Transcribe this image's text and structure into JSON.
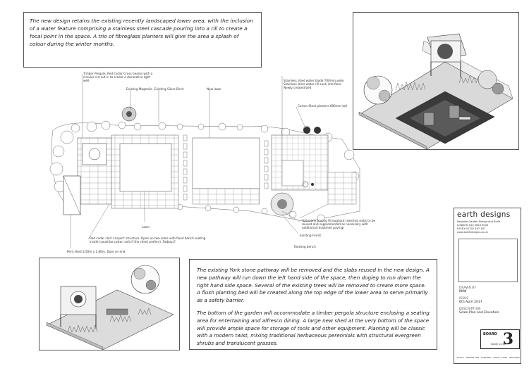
{
  "intro_note": "The new design retains the existing recently landscaped lower area, with the inclusion of a water feature comprising a stainless steel cascade pouring into a rill to create a focal point in the space. A trio of fibreglass planters will give the area a splash of colour during the winter months.",
  "description": [
    "The existing York stone pathway will be removed and the slabs reused in the new design. A new pathway will run down the left hand side of the space, then dogleg to run down the right hand side space. Several of the existing trees will be removed to create more space. A flush planting bed will be created along the top edge of the lower area to serve primarily as a safety barrier.",
    "The bottom of the garden will accommodate a timber pergola structure enclosing a seating area for entertaining and alfresco dining. A large new shed at the very bottom of the space will provide ample space for storage of tools and other equipment. Planting will be classic with a modern twist, mixing traditional herbaceous perennials with structural evergreen shrubs and translucent grasses."
  ],
  "annotations": {
    "pergola": "Timber Pergola. Red Cedar Cross beams with a circular cut out in to create a decorative light well.",
    "magnolia": "Existing Magnolia",
    "birch": "Existing Silver Birch",
    "lawn_top": "New lawn",
    "rill": "Stainless steel water blade 700mm wide. Stainless steel water rill sunk into floor. Newly created bed",
    "corten": "Corten Steel planters 600mm tall",
    "paving": "Yorkstone paving throughout (existing slabs to be reused and supplemented as necessary with additional reclaimed paving)",
    "fern": "Existing Fern/t",
    "bench": "Existing bench",
    "lawn_bottom": "Lawn",
    "carport": "Red cedar clad 'carport' structure. Open on two sides with fixed bench seating inside (could be cotton sofa if the client prefers). Fatboys?",
    "shed": "Pent shed 3.50m x 1.80m. Door on end."
  },
  "title_block": {
    "company": "earth designs",
    "company_sub": "Bespoke Garden Design and Build",
    "phone_london": "LONDON 020 3623 3040",
    "phone_essex": "ESSEX 01702 597 187",
    "web": "www.earthdesigns.co.uk",
    "drawn_by_label": "DRAWN BY",
    "drawn_by": "KKW",
    "issue_label": "ISSUE",
    "issue": "6th April 2017",
    "description_label": "DESCRIPTION",
    "description": "Scale Plan and Elevation",
    "board_label": "BOARD",
    "board_number": "3",
    "scale": "Scale 1:100",
    "footer": "SCALE - DRAWN FOR - CHECKED - ISSUE - DATE - REVISION"
  }
}
